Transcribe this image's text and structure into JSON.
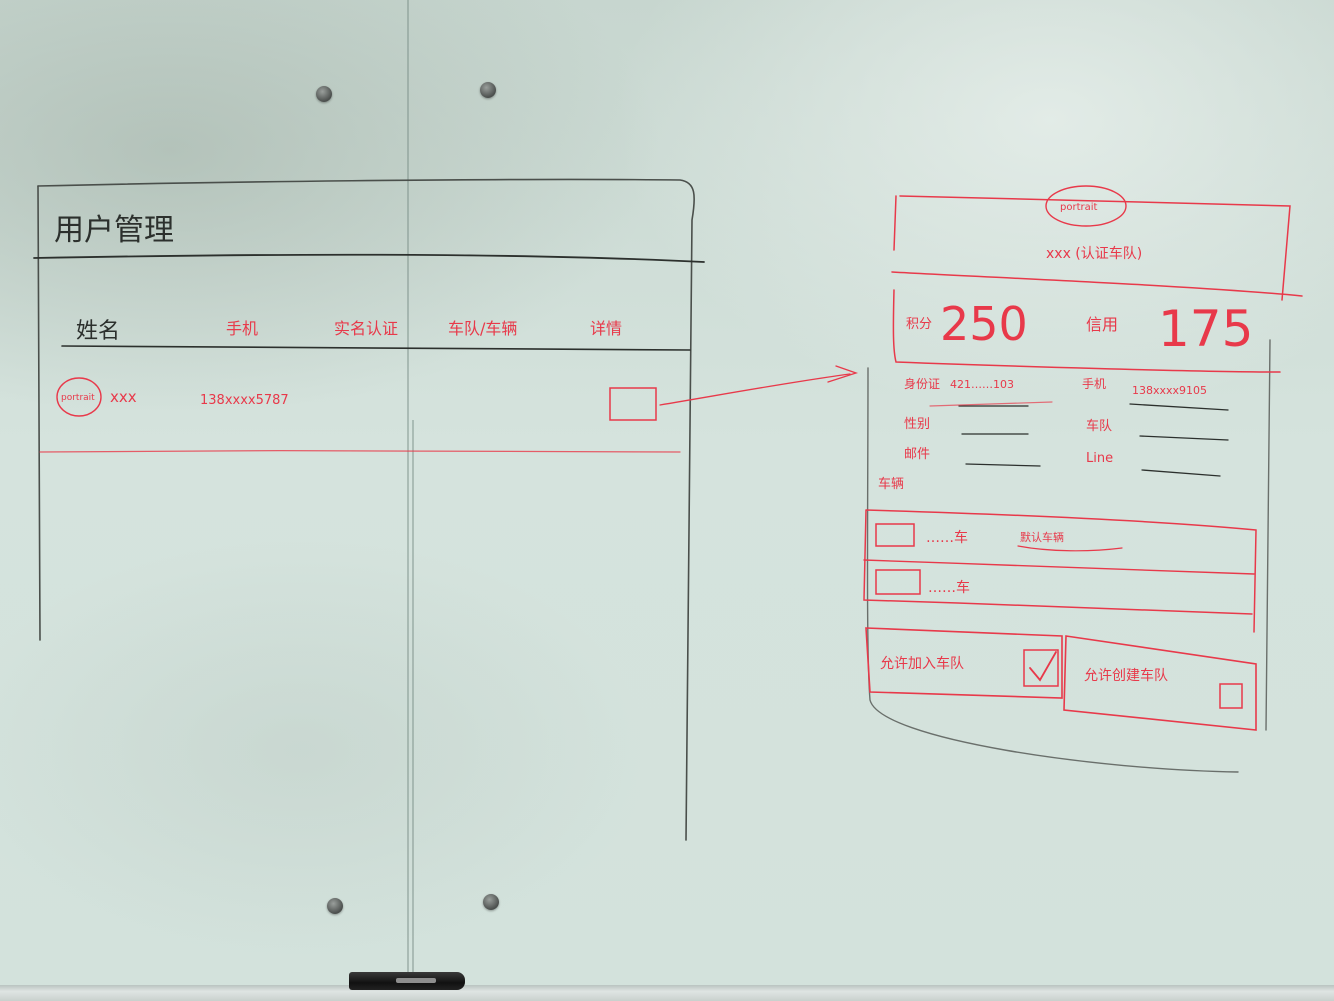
{
  "board": {
    "background": "#ccdcd5",
    "ink_colors": {
      "black": "#2c302d",
      "red": "#e8394a"
    }
  },
  "left_sketch": {
    "title": "用户管理",
    "columns": [
      "姓名",
      "手机",
      "实名认证",
      "车队/车辆",
      "详情"
    ],
    "row": {
      "avatar": "portrait",
      "name": "xxx",
      "phone": "138xxxx5787"
    }
  },
  "right_sketch": {
    "avatar": "portrait",
    "user_line": "xxx (认证车队)",
    "stat_1": {
      "label": "积分",
      "value": "250"
    },
    "stat_2": {
      "label": "信用",
      "value": "175"
    },
    "info": [
      {
        "label": "身份证",
        "value": "421……103"
      },
      {
        "label": "手机",
        "value": "138xxxx9105"
      },
      {
        "label": "性别",
        "value": ""
      },
      {
        "label": "车队",
        "value": ""
      },
      {
        "label": "邮件",
        "value": ""
      },
      {
        "label": "Line",
        "value": ""
      }
    ],
    "section_label": "车辆",
    "vehicles": [
      {
        "title": "……车",
        "note": "默认车辆"
      },
      {
        "title": "……车",
        "note": ""
      }
    ],
    "options": [
      {
        "label": "允许加入车队",
        "checked": true
      },
      {
        "label": "允许创建车队",
        "checked": false
      }
    ]
  }
}
